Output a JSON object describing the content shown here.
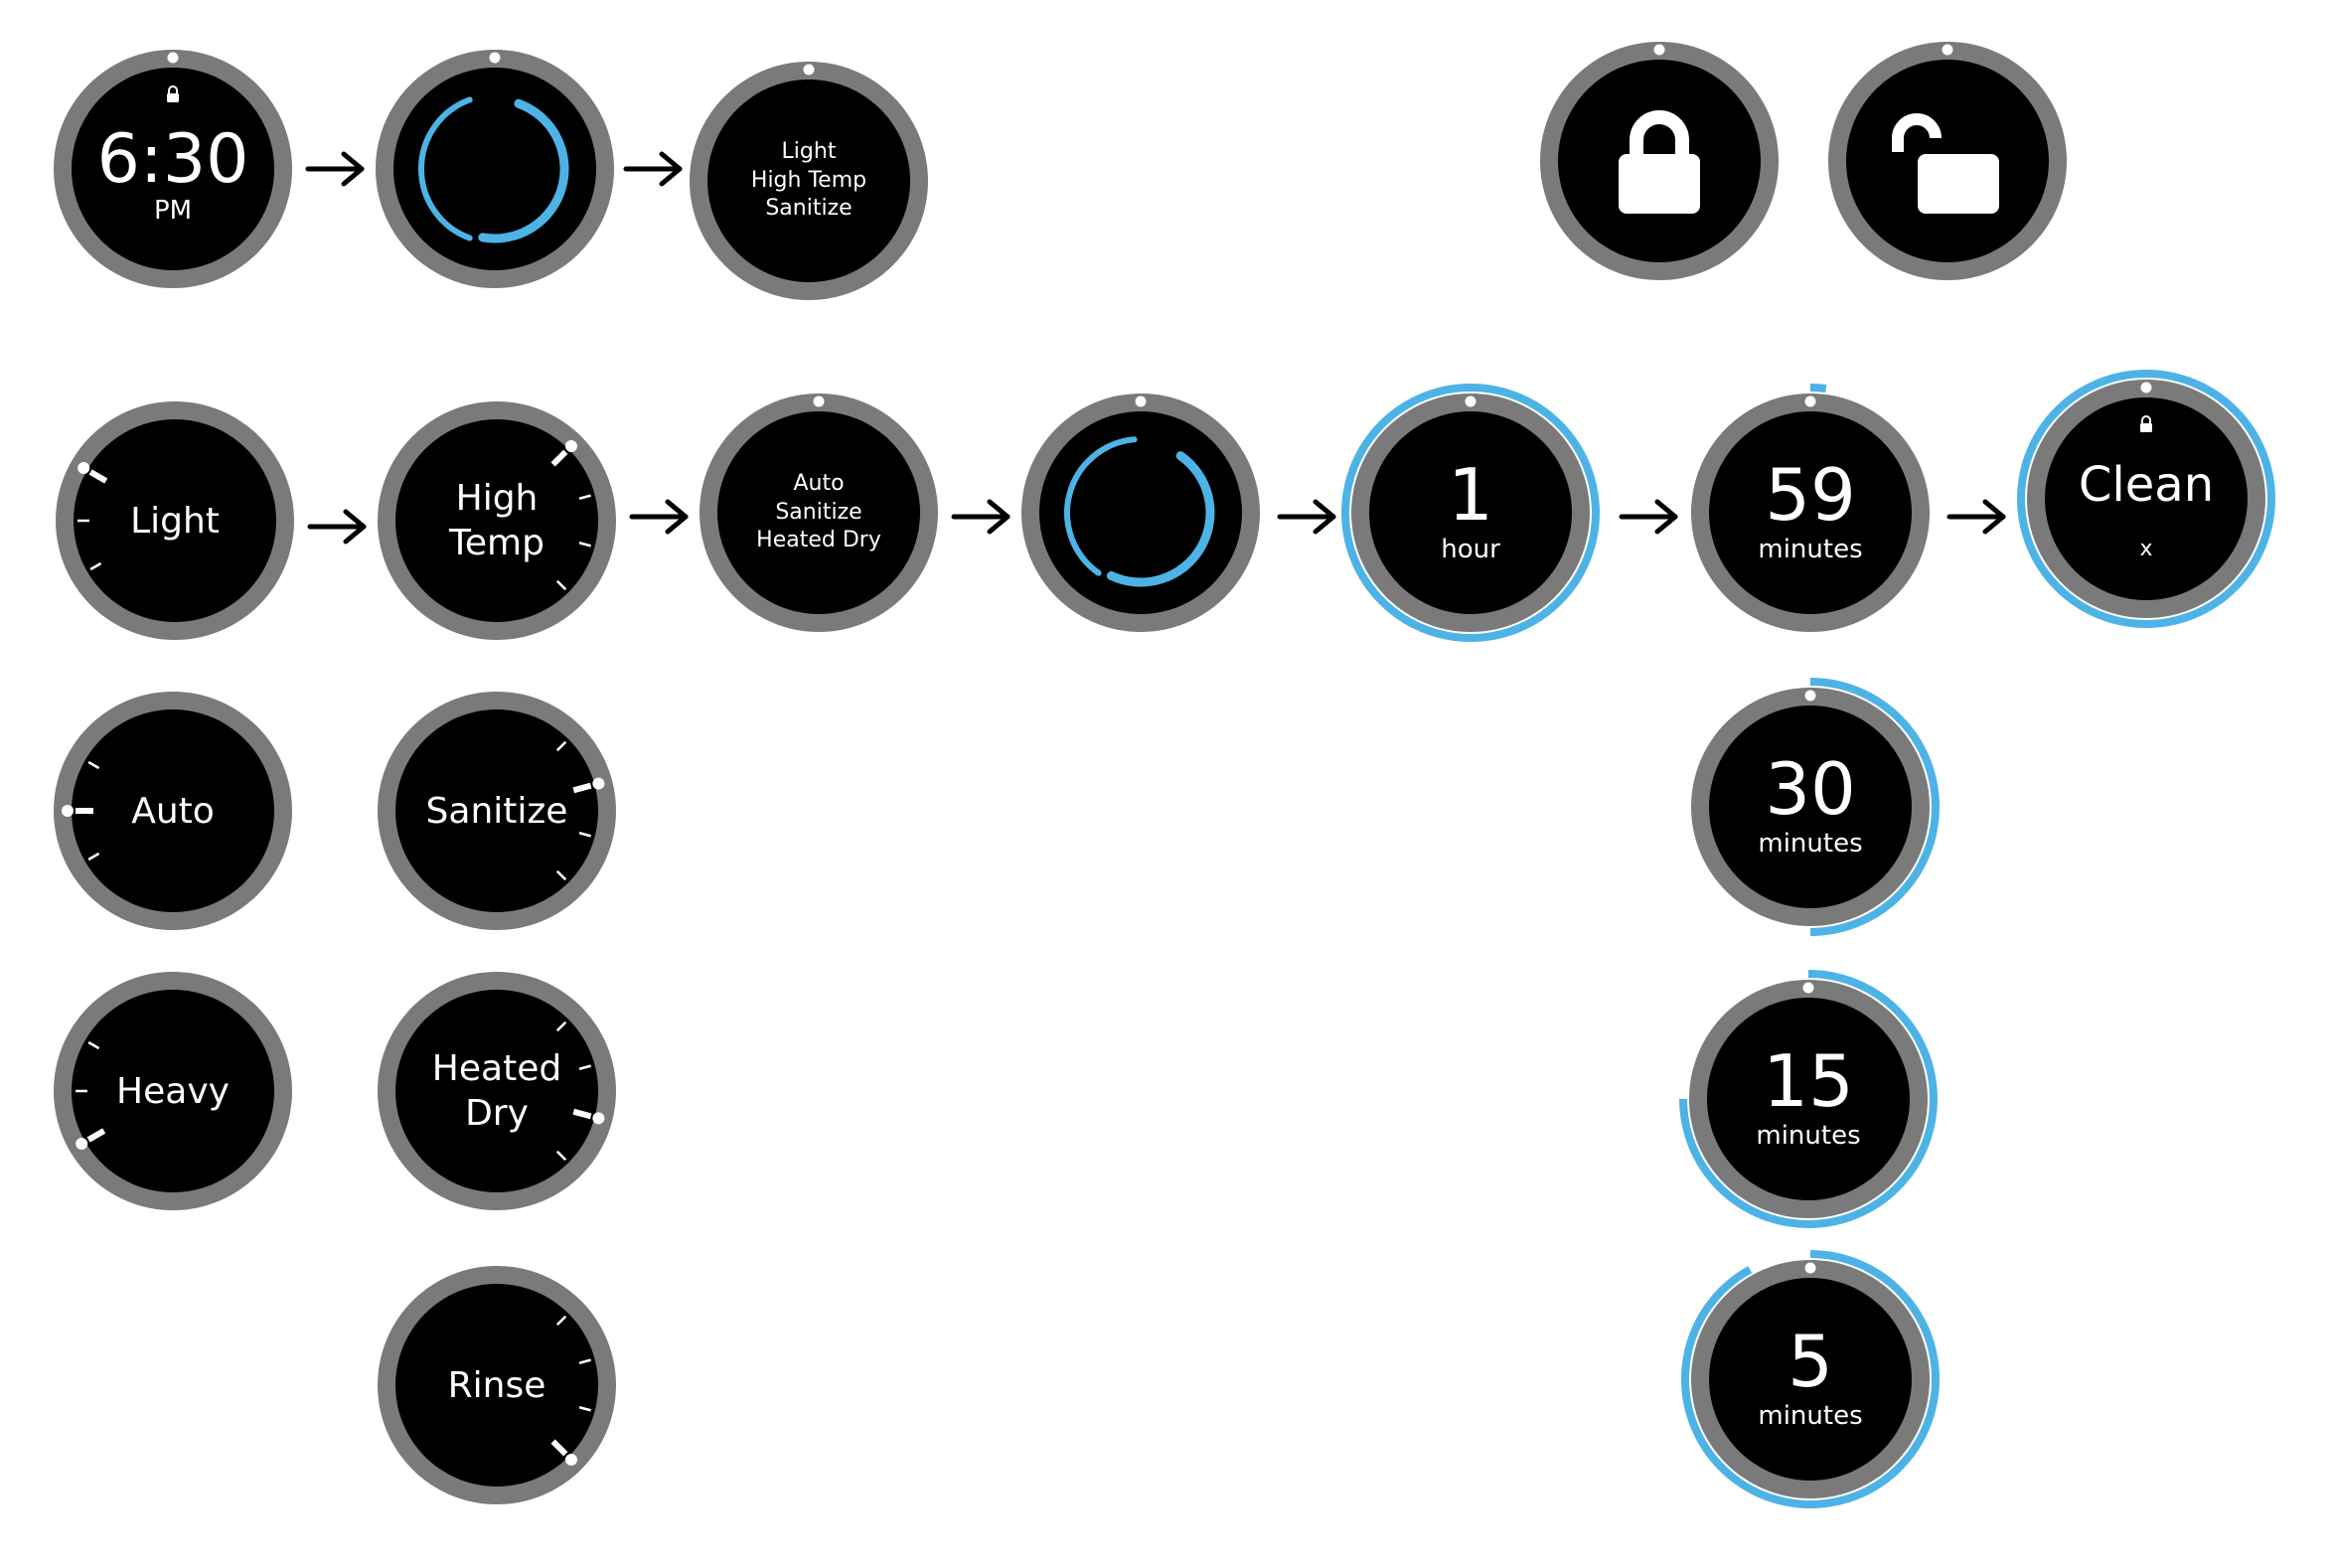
{
  "colors": {
    "bezel": "#7a7a7a",
    "face": "#000000",
    "accent": "#4db3e6",
    "text": "#ffffff",
    "arrow": "#000000"
  },
  "row1": {
    "clock": {
      "time": "6:30",
      "ampm": "PM",
      "icon": "small-lock-icon"
    },
    "spinner": {
      "icon": "loading-spinner-icon"
    },
    "summary": {
      "line1": "Light",
      "line2": "High Temp",
      "line3": "Sanitize"
    },
    "locked": {
      "icon": "lock-closed-icon"
    },
    "unlocked": {
      "icon": "lock-open-icon"
    }
  },
  "row2": {
    "cycle": {
      "label": "Light",
      "selected_index": 0
    },
    "option": {
      "line1": "High",
      "line2": "Temp",
      "selected_index": 0
    },
    "summary": {
      "line1": "Auto",
      "line2": "Sanitize",
      "line3": "Heated Dry"
    },
    "spinner": {
      "icon": "loading-spinner-icon"
    },
    "hour": {
      "value": "1",
      "unit": "hour",
      "progress": 1.0
    },
    "minutes59": {
      "value": "59",
      "unit": "minutes",
      "progress": 0.02
    },
    "clean": {
      "label": "Clean",
      "close": "x",
      "icon": "small-lock-icon",
      "progress": 1.0
    }
  },
  "cycles": {
    "auto": {
      "label": "Auto",
      "selected_index": 1
    },
    "heavy": {
      "label": "Heavy",
      "selected_index": 2
    }
  },
  "options": {
    "sanitize": {
      "label": "Sanitize",
      "selected_index": 1
    },
    "heated_dry": {
      "line1": "Heated",
      "line2": "Dry",
      "selected_index": 2
    },
    "rinse": {
      "label": "Rinse",
      "selected_index": 3
    }
  },
  "countdown": [
    {
      "value": "30",
      "unit": "minutes",
      "progress": 0.5
    },
    {
      "value": "15",
      "unit": "minutes",
      "progress": 0.75
    },
    {
      "value": "5",
      "unit": "minutes",
      "progress": 0.92
    }
  ]
}
